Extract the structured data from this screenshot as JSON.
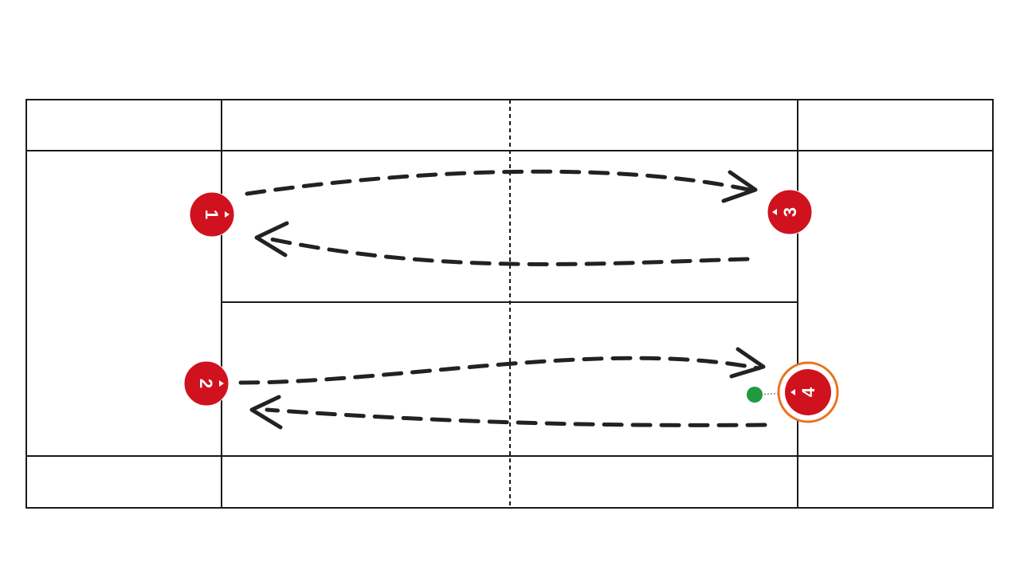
{
  "diagram": {
    "type": "tennis-court-drill",
    "players": [
      {
        "id": "1",
        "label": "1",
        "color": "#d0121f"
      },
      {
        "id": "2",
        "label": "2",
        "color": "#d0121f"
      },
      {
        "id": "3",
        "label": "3",
        "color": "#d0121f"
      },
      {
        "id": "4",
        "label": "4",
        "color": "#d0121f",
        "selected": true,
        "ring_color": "#e8731e"
      }
    ],
    "paths": [
      {
        "from": "1",
        "to": "3"
      },
      {
        "from": "3",
        "to": "1"
      },
      {
        "from": "2",
        "to": "4"
      },
      {
        "from": "4",
        "to": "2"
      }
    ],
    "ball_color": "#1f9a3c",
    "line_color": "#1a1a1a",
    "path_color": "#222222"
  }
}
